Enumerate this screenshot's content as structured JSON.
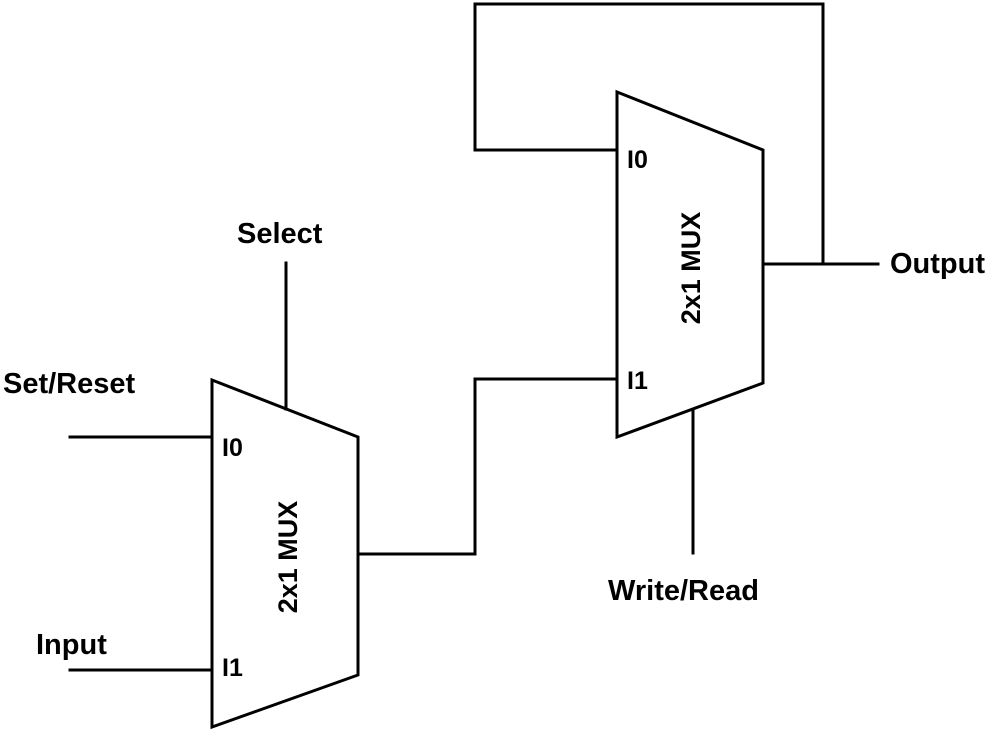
{
  "muxes": [
    {
      "id": "mux1",
      "name": "2x1 MUX",
      "port_i0": "I0",
      "port_i1": "I1"
    },
    {
      "id": "mux2",
      "name": "2x1 MUX",
      "port_i0": "I0",
      "port_i1": "I1"
    }
  ],
  "signals": {
    "select": "Select",
    "set_reset": "Set/Reset",
    "input": "Input",
    "write_read": "Write/Read",
    "output": "Output"
  }
}
